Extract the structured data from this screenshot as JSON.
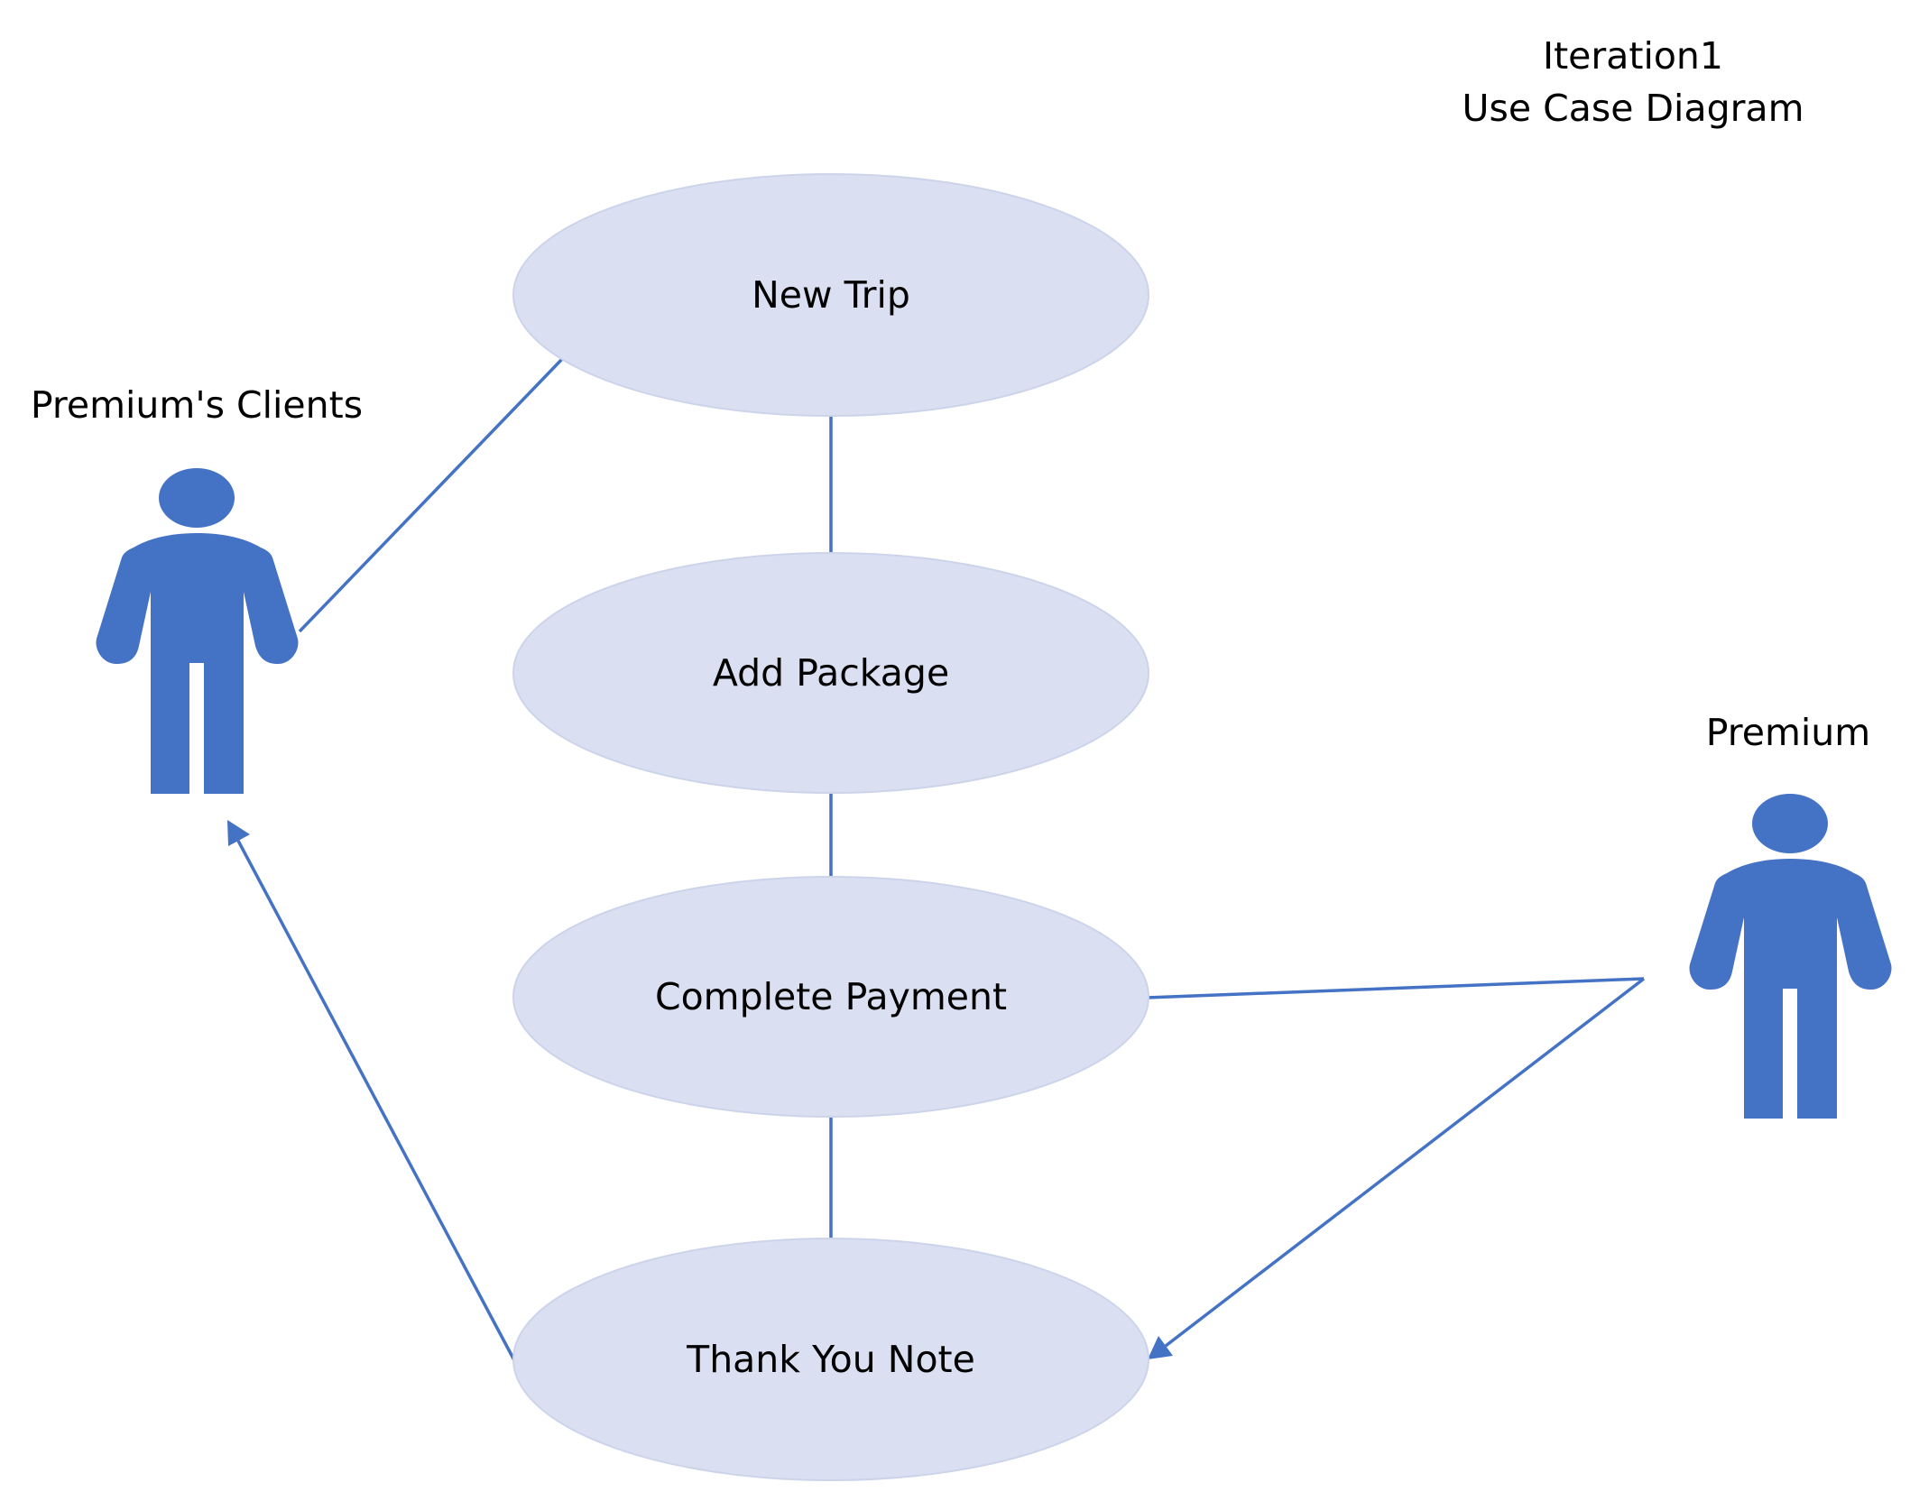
{
  "title": {
    "line1": "Iteration1",
    "line2": "Use Case Diagram"
  },
  "actors": [
    {
      "name": "Premium's Clients",
      "icon": "person-icon"
    },
    {
      "name": "Premium",
      "icon": "person-icon"
    }
  ],
  "use_cases": [
    {
      "label": "New Trip"
    },
    {
      "label": "Add Package"
    },
    {
      "label": "Complete Payment"
    },
    {
      "label": "Thank You Note"
    }
  ],
  "relationships": [
    {
      "from": "Premium's Clients",
      "to": "New Trip",
      "type": "association"
    },
    {
      "from": "New Trip",
      "to": "Add Package",
      "type": "association"
    },
    {
      "from": "Add Package",
      "to": "Complete Payment",
      "type": "association"
    },
    {
      "from": "Complete Payment",
      "to": "Thank You Note",
      "type": "association"
    },
    {
      "from": "Premium",
      "to": "Complete Payment",
      "type": "association"
    },
    {
      "from": "Premium",
      "to": "Thank You Note",
      "type": "directed"
    },
    {
      "from": "Thank You Note",
      "to": "Premium's Clients",
      "type": "directed"
    }
  ],
  "colors": {
    "actor": "#4472c4",
    "connector": "#4472c4",
    "use_case_fill": "#dae0f2"
  }
}
